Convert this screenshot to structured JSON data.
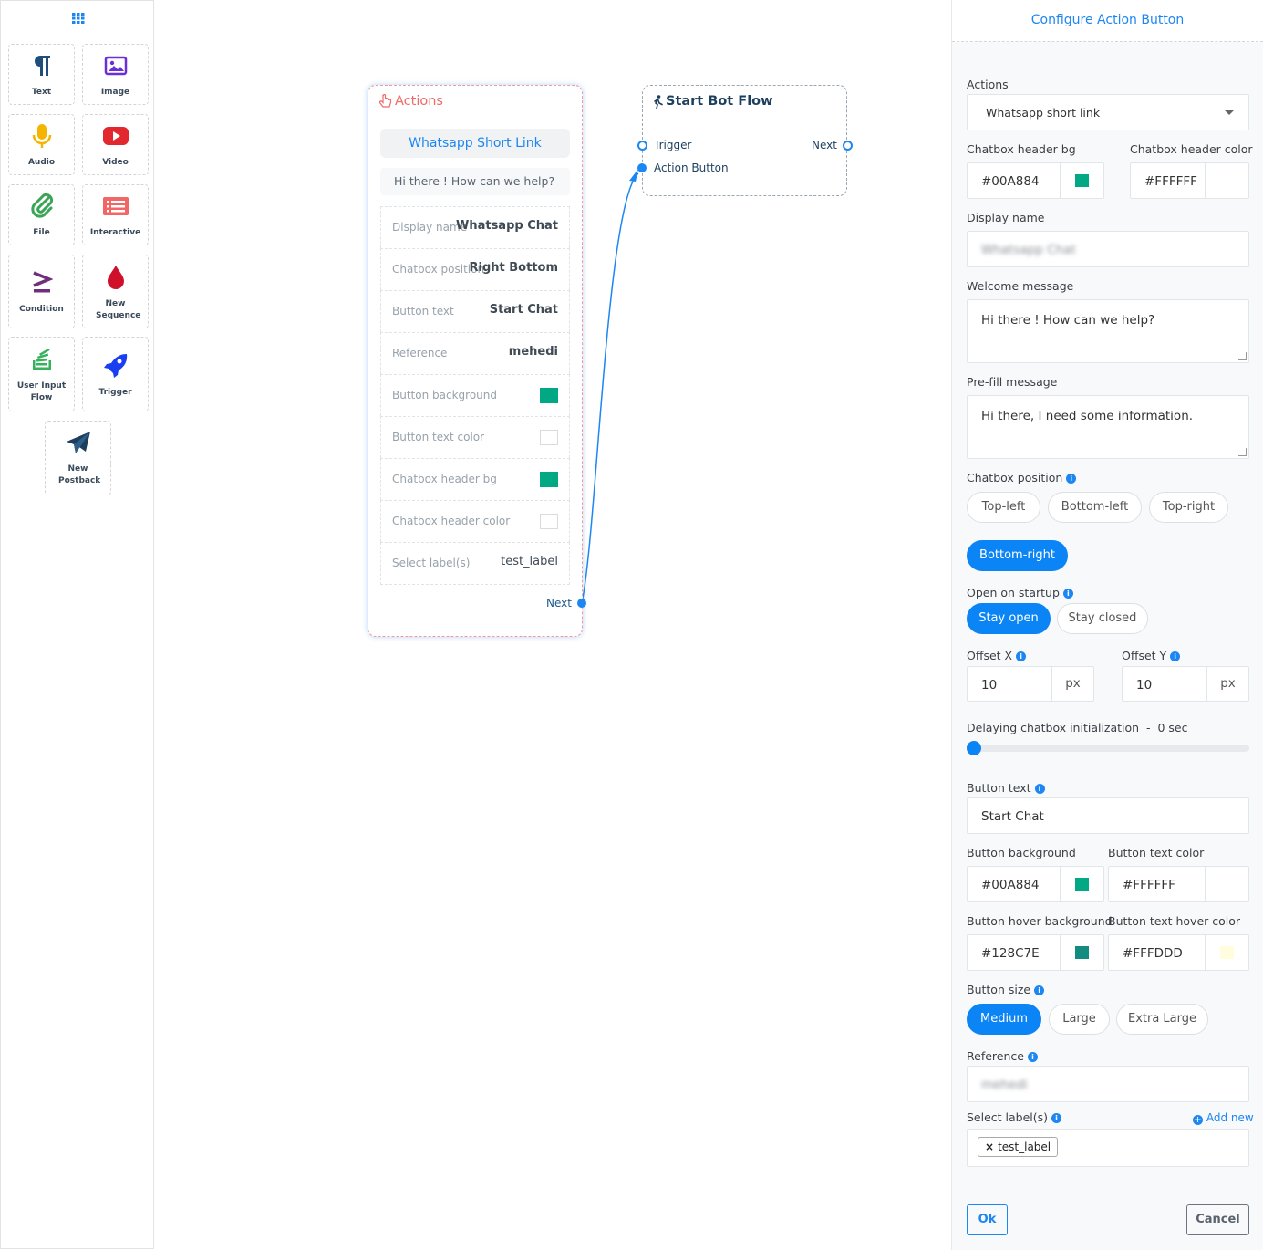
{
  "sidebar": {
    "tools": [
      {
        "label": "Text",
        "icon": "paragraph-icon"
      },
      {
        "label": "Image",
        "icon": "image-icon"
      },
      {
        "label": "Audio",
        "icon": "microphone-icon"
      },
      {
        "label": "Video",
        "icon": "youtube-icon"
      },
      {
        "label": "File",
        "icon": "paperclip-icon"
      },
      {
        "label": "Interactive",
        "icon": "list-icon"
      },
      {
        "label": "Condition",
        "icon": "greater-equal-icon"
      },
      {
        "label": "New Sequence",
        "icon": "drop-icon"
      },
      {
        "label": "User Input Flow",
        "icon": "stack-icon"
      },
      {
        "label": "Trigger",
        "icon": "rocket-icon"
      },
      {
        "label": "New Postback",
        "icon": "paper-plane-icon"
      }
    ],
    "grid_icon": "grid-icon"
  },
  "actions_node": {
    "title": "Actions",
    "button_label": "Whatsapp Short Link",
    "message": "Hi there ! How can we help?",
    "rows": [
      {
        "key": "Display name",
        "value": "Whatsapp Chat"
      },
      {
        "key": "Chatbox position",
        "value": "Right Bottom"
      },
      {
        "key": "Button text",
        "value": "Start Chat"
      },
      {
        "key": "Reference",
        "value": "mehedi"
      },
      {
        "key": "Button background",
        "color": "#00A884"
      },
      {
        "key": "Button text color",
        "color": "#FFFFFF"
      },
      {
        "key": "Chatbox header bg",
        "color": "#00A884"
      },
      {
        "key": "Chatbox header color",
        "color": "#FFFFFF"
      },
      {
        "key": "Select label(s)",
        "value": "test_label"
      }
    ],
    "next_label": "Next"
  },
  "bot_flow_node": {
    "title": "Start Bot Flow",
    "trigger_label": "Trigger",
    "next_label": "Next",
    "action_button_label": "Action Button"
  },
  "panel": {
    "title": "Configure Action Button",
    "actions_label": "Actions",
    "actions_value": "Whatsapp short link",
    "header_bg_label": "Chatbox header bg",
    "header_bg_value": "#00A884",
    "header_color_label": "Chatbox header color",
    "header_color_value": "#FFFFFF",
    "display_name_label": "Display name",
    "display_name_value": "Whatsapp Chat",
    "welcome_label": "Welcome message",
    "welcome_value": "Hi there ! How can we help?",
    "prefill_label": "Pre-fill message",
    "prefill_value": "Hi there, I need some information.",
    "position_label": "Chatbox position",
    "positions": [
      "Top-left",
      "Bottom-left",
      "Top-right",
      "Bottom-right"
    ],
    "position_selected": "Bottom-right",
    "startup_label": "Open on startup",
    "startup_options": [
      "Stay open",
      "Stay closed"
    ],
    "startup_selected": "Stay open",
    "offset_x_label": "Offset X",
    "offset_x_value": "10",
    "offset_y_label": "Offset Y",
    "offset_y_value": "10",
    "unit": "px",
    "delay_label": "Delaying chatbox initialization  -  0 sec",
    "delay_value": 0,
    "button_text_label": "Button text",
    "button_text_value": "Start Chat",
    "button_bg_label": "Button background",
    "button_bg_value": "#00A884",
    "button_text_color_label": "Button text color",
    "button_text_color_value": "#FFFFFF",
    "hover_bg_label": "Button hover background",
    "hover_bg_value": "#128C7E",
    "hover_text_label": "Button text hover color",
    "hover_text_value": "#FFFDDD",
    "size_label": "Button size",
    "sizes": [
      "Medium",
      "Large",
      "Extra Large"
    ],
    "size_selected": "Medium",
    "reference_label": "Reference",
    "reference_value": "mehedi",
    "labels_label": "Select label(s)",
    "add_new": "Add new",
    "label_tag": "test_label",
    "ok": "Ok",
    "cancel": "Cancel",
    "info_glyph": "i"
  },
  "colors": {
    "accent": "#0b84f5",
    "whatsapp": "#00A884",
    "hover_bg": "#128C7E",
    "hover_text": "#FFFDDD",
    "actions_red": "#f06a6a"
  }
}
